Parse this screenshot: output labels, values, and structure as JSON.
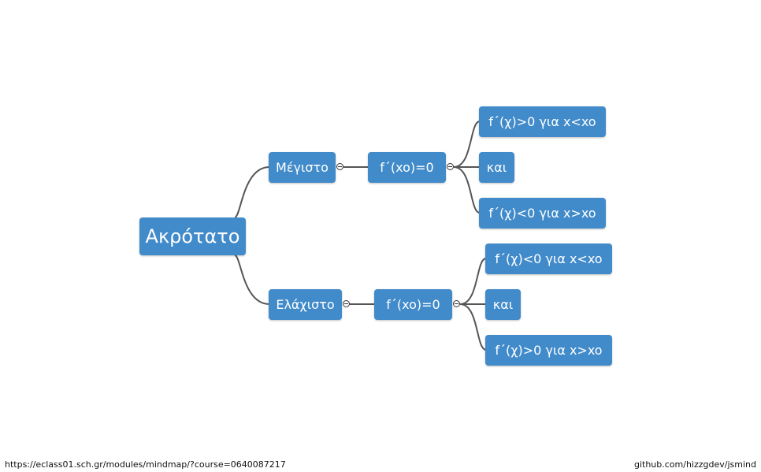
{
  "mindmap": {
    "root": "Ακρότατο",
    "branch_max": {
      "label": "Μέγιστο",
      "condition": "f΄(xo)=0",
      "children": [
        "f΄(χ)>0 για x<xo",
        "και",
        "f΄(χ)<0 για x>xo"
      ]
    },
    "branch_min": {
      "label": "Ελάχιστο",
      "condition": "f΄(xo)=0",
      "children": [
        "f΄(χ)<0 για x<xo",
        "και",
        "f΄(χ)>0 για x>xo"
      ]
    }
  },
  "footer": {
    "url": "https://eclass01.sch.gr/modules/mindmap/?course=0640087217",
    "credit": "github.com/hizzgdev/jsmind"
  },
  "colors": {
    "node_bg": "#428bca",
    "node_text": "#ffffff",
    "line": "#555555"
  }
}
